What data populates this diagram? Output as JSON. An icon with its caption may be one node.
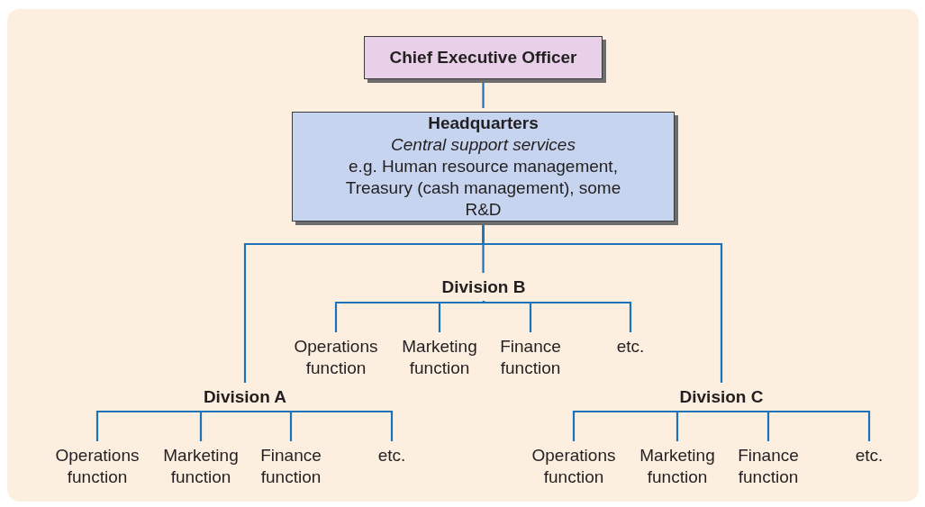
{
  "diagram": {
    "nodes": [
      {
        "text": [
          "Chief Executive Officer"
        ]
      },
      {
        "text": [
          "Headquarters",
          "Central support services",
          "e.g. Human resource management, Treasury (cash management), some R&D"
        ]
      },
      {
        "text": [
          "Division B"
        ]
      },
      {
        "text": [
          "Operations function"
        ]
      },
      {
        "text": [
          "Marketing function"
        ]
      },
      {
        "text": [
          "Finance function"
        ]
      },
      {
        "text": [
          "etc."
        ]
      },
      {
        "text": [
          "Division A"
        ]
      },
      {
        "text": [
          "Operations function"
        ]
      },
      {
        "text": [
          "Marketing function"
        ]
      },
      {
        "text": [
          "Finance function"
        ]
      },
      {
        "text": [
          "etc."
        ]
      },
      {
        "text": [
          "Division C"
        ]
      },
      {
        "text": [
          "Operations function"
        ]
      },
      {
        "text": [
          "Marketing function"
        ]
      },
      {
        "text": [
          "Finance function"
        ]
      },
      {
        "text": [
          "etc."
        ]
      }
    ],
    "edges": [
      {
        "from": 0,
        "to": 1,
        "arrow": "none"
      },
      {
        "from": 1,
        "to": 7,
        "arrow": "none"
      },
      {
        "from": 1,
        "to": 2,
        "arrow": "none"
      },
      {
        "from": 1,
        "to": 12,
        "arrow": "none"
      },
      {
        "from": 2,
        "to": 3,
        "arrow": "none"
      },
      {
        "from": 2,
        "to": 4,
        "arrow": "none"
      },
      {
        "from": 2,
        "to": 5,
        "arrow": "none"
      },
      {
        "from": 2,
        "to": 6,
        "arrow": "none"
      },
      {
        "from": 7,
        "to": 8,
        "arrow": "none"
      },
      {
        "from": 7,
        "to": 9,
        "arrow": "none"
      },
      {
        "from": 7,
        "to": 10,
        "arrow": "none"
      },
      {
        "from": 7,
        "to": 11,
        "arrow": "none"
      },
      {
        "from": 12,
        "to": 13,
        "arrow": "none"
      },
      {
        "from": 12,
        "to": 14,
        "arrow": "none"
      },
      {
        "from": 12,
        "to": 15,
        "arrow": "none"
      },
      {
        "from": 12,
        "to": 16,
        "arrow": "none"
      }
    ]
  }
}
